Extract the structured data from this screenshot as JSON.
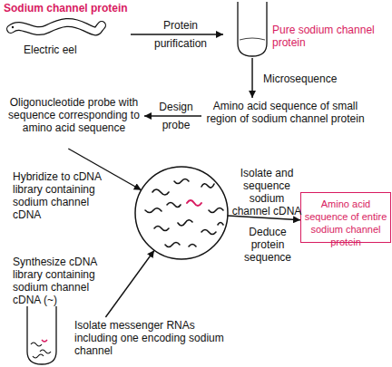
{
  "diagram": {
    "nodes": [
      {
        "text": [
          "Sodium channel protein",
          "Electric eel"
        ]
      },
      {
        "text": [
          "Pure sodium channel protein"
        ]
      },
      {
        "text": [
          "Amino acid sequence of small region of sodium channel protein"
        ]
      },
      {
        "text": [
          "Oligonucleotide probe with sequence corresponding to amino acid sequence"
        ]
      },
      {
        "text": []
      },
      {
        "text": [
          "Amino acid sequence of entire sodium channel protein"
        ]
      },
      {
        "text": [
          "Isolate messenger RNAs including one encoding sodium channel"
        ]
      }
    ],
    "edges": [
      {
        "from": 0,
        "to": 1,
        "arrow": "to",
        "label": "Protein purification"
      },
      {
        "from": 1,
        "to": 2,
        "arrow": "to",
        "label": "Microsequence"
      },
      {
        "from": 2,
        "to": 3,
        "arrow": "to",
        "label": "Design probe"
      },
      {
        "from": 3,
        "to": 4,
        "arrow": "to",
        "label": "Hybridize to cDNA library containing sodium channel cDNA"
      },
      {
        "from": 6,
        "to": 4,
        "arrow": "to",
        "label": "Synthesize cDNA library containing sodium channel cDNA (~)"
      },
      {
        "from": 4,
        "to": 5,
        "arrow": "to",
        "label": "Isolate and sequence sodium channel cDNA"
      }
    ],
    "labels": [
      "Deduce protein sequence"
    ]
  }
}
